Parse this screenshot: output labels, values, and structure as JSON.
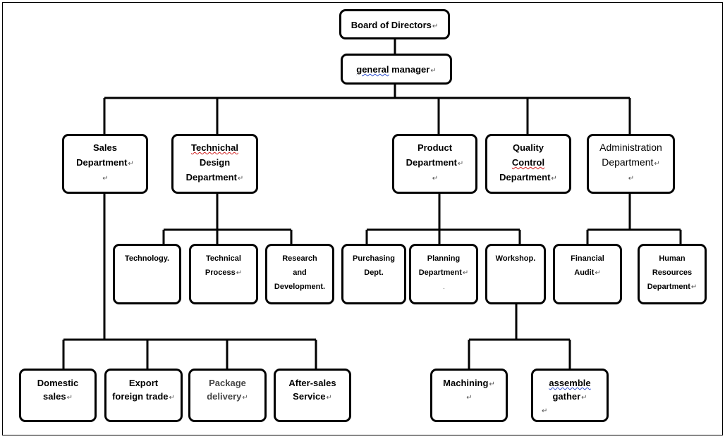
{
  "org_chart": {
    "board": "Board of Directors",
    "general_manager": {
      "word1": "general",
      "word2": " manager"
    },
    "departments": {
      "sales": {
        "l1": "Sales",
        "l2": "Department"
      },
      "technical": {
        "l1": "Technichal",
        "l2": "Design",
        "l3": "Department"
      },
      "product": {
        "l1": "Product",
        "l2": "Department"
      },
      "quality": {
        "l1": "Quality",
        "l2": "Control",
        "l3": "Department"
      },
      "administration": {
        "l1": "Administration",
        "l2": "Department"
      }
    },
    "technical_subs": {
      "technology": "Technology.",
      "technical_process": {
        "l1": "Technical",
        "l2": "Process"
      },
      "research": {
        "l1": "Research",
        "l2": "and",
        "l3": "Development."
      }
    },
    "product_subs": {
      "purchasing": {
        "l1": "Purchasing",
        "l2": "Dept."
      },
      "planning": {
        "l1": "Planning",
        "l2": "Department"
      },
      "workshop": "Workshop."
    },
    "admin_subs": {
      "financial": {
        "l1": "Financial",
        "l2": "Audit"
      },
      "hr": {
        "l1": "Human",
        "l2": "Resources",
        "l3": "Department"
      }
    },
    "sales_subs": {
      "domestic": {
        "l1": "Domestic",
        "l2": "sales"
      },
      "export": {
        "l1": "Export",
        "l2": "foreign trade"
      },
      "package": {
        "l1": "Package",
        "l2": "delivery"
      },
      "after_sales": {
        "l1": "After-sales",
        "l2": "Service"
      }
    },
    "workshop_subs": {
      "machining": "Machining",
      "assemble": {
        "l1": "assemble",
        "l2": "gather"
      }
    },
    "paragraph_mark": "↵",
    "dot_mark": "."
  }
}
